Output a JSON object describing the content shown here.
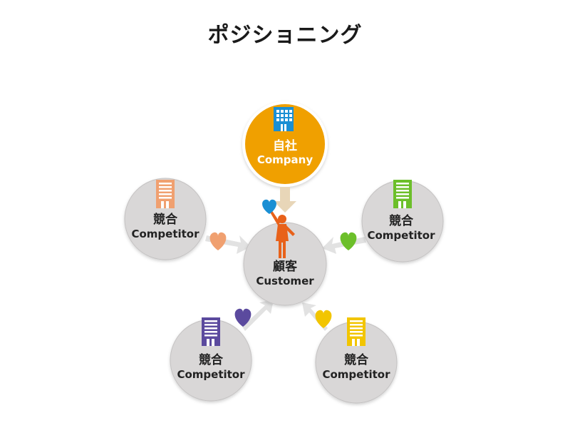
{
  "title": "ポジショニング",
  "company": {
    "name_ja": "自社",
    "name_en": "Company",
    "color": "#f0a000",
    "building_color": "#1a8fd4"
  },
  "customer": {
    "name_ja": "顧客",
    "name_en": "Customer",
    "figure_color": "#e8611a",
    "heart_color": "#1a8fd4"
  },
  "competitors": [
    {
      "name_ja": "競合",
      "name_en": "Competitor",
      "color": "#f0a070"
    },
    {
      "name_ja": "競合",
      "name_en": "Competitor",
      "color": "#6cbf2a"
    },
    {
      "name_ja": "競合",
      "name_en": "Competitor",
      "color": "#5b4a9e"
    },
    {
      "name_ja": "競合",
      "name_en": "Competitor",
      "color": "#f2c500"
    }
  ],
  "node_fill": "#d9d7d7",
  "node_stroke": "#c4c2c2",
  "arrow_color": "#e2e2e2",
  "company_arrow_color": "#e8d6b8"
}
